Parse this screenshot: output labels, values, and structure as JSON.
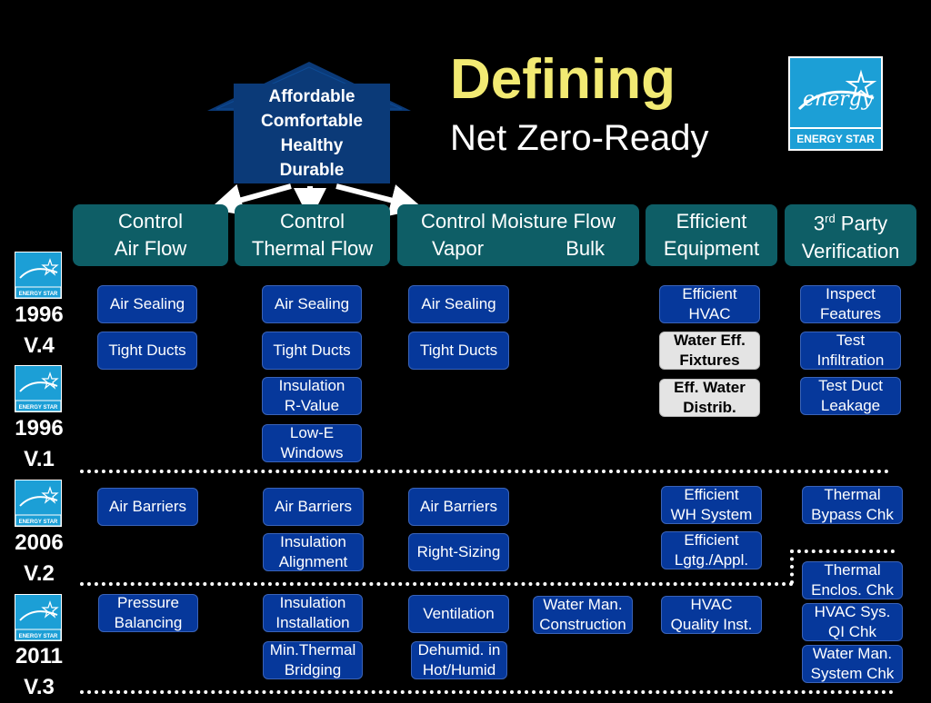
{
  "title": "Defining",
  "subtitle": "Net Zero-Ready",
  "house": [
    "Affordable",
    "Comfortable",
    "Healthy",
    "Durable"
  ],
  "logo": {
    "script": "energy",
    "label": "ENERGY STAR"
  },
  "pillars": {
    "air": [
      "Control",
      "Air Flow"
    ],
    "thermal": [
      "Control",
      "Thermal Flow"
    ],
    "moisture": {
      "line1": "Control Moisture Flow",
      "vapor": "Vapor",
      "bulk": "Bulk"
    },
    "equipment": [
      "Efficient",
      "Equipment"
    ],
    "verification": {
      "num": "3",
      "sup": "rd",
      "rest": " Party",
      "line2": "Verification"
    }
  },
  "versions": [
    {
      "year": "1996",
      "ver": "V.4"
    },
    {
      "year": "1996",
      "ver": "V.1"
    },
    {
      "year": "2006",
      "ver": "V.2"
    },
    {
      "year": "2011",
      "ver": "V.3"
    }
  ],
  "boxes": {
    "air_sealing": [
      "Air Sealing"
    ],
    "tight_ducts": [
      "Tight Ducts"
    ],
    "insulation_rvalue": [
      "Insulation",
      "R-Value"
    ],
    "lowe_windows": [
      "Low-E",
      "Windows"
    ],
    "eff_hvac": [
      "Efficient",
      "HVAC"
    ],
    "water_eff_fixtures": [
      "Water Eff.",
      "Fixtures"
    ],
    "eff_water_distrib": [
      "Eff. Water",
      "Distrib."
    ],
    "inspect_features": [
      "Inspect",
      "Features"
    ],
    "test_infiltration": [
      "Test",
      "Infiltration"
    ],
    "test_duct_leakage": [
      "Test Duct",
      "Leakage"
    ],
    "air_barriers": [
      "Air Barriers"
    ],
    "insulation_alignment": [
      "Insulation",
      "Alignment"
    ],
    "right_sizing": [
      "Right-Sizing"
    ],
    "eff_wh_system": [
      "Efficient",
      "WH System"
    ],
    "eff_lighting": [
      "Efficient",
      "Lgtg./Appl."
    ],
    "thermal_bypass": [
      "Thermal",
      "Bypass Chk"
    ],
    "thermal_enclos": [
      "Thermal",
      "Enclos. Chk"
    ],
    "hvac_qi": [
      "HVAC Sys.",
      "QI Chk"
    ],
    "water_man_system": [
      "Water Man.",
      "System Chk"
    ],
    "pressure_balancing": [
      "Pressure",
      "Balancing"
    ],
    "insulation_installation": [
      "Insulation",
      "Installation"
    ],
    "ventilation": [
      "Ventilation"
    ],
    "water_man_construction": [
      "Water Man.",
      "Construction"
    ],
    "hvac_quality": [
      "HVAC",
      "Quality Inst."
    ],
    "min_thermal_bridging": [
      "Min.Thermal",
      "Bridging"
    ],
    "dehumid": [
      "Dehumid. in",
      "Hot/Humid"
    ]
  }
}
